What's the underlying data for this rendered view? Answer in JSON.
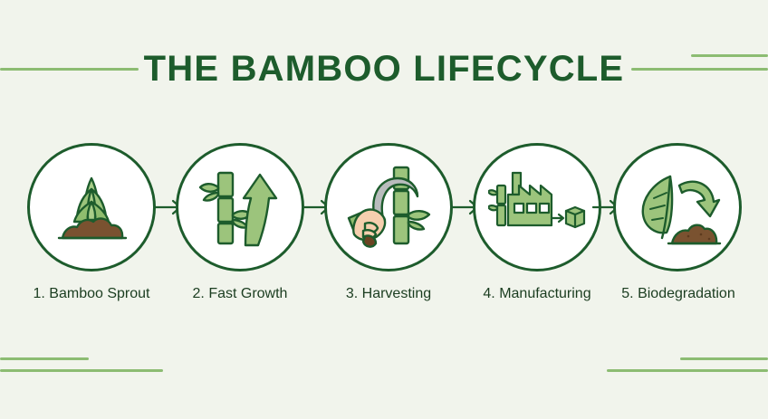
{
  "page": {
    "title": "THE BAMBOO LIFECYCLE",
    "background_color": "#f1f4ec",
    "accent_dark_green": "#1d5c2c",
    "accent_light_green": "#8cbc72",
    "leaf_green": "#9cc47c",
    "soil_brown": "#7a5230",
    "skin_tone": "#f6cfae",
    "blade_gray": "#b9bcbd"
  },
  "decor": {
    "top_left_line": "deco-line",
    "top_right_upper_line": "deco-line",
    "top_right_lower_line": "deco-line",
    "bottom_left_upper_line": "deco-line",
    "bottom_left_lower_line": "deco-line",
    "bottom_right_upper_line": "deco-line",
    "bottom_right_lower_line": "deco-line"
  },
  "steps": [
    {
      "number": "1",
      "label": "1. Bamboo Sprout",
      "icon": "bamboo-sprout-icon"
    },
    {
      "number": "2",
      "label": "2. Fast Growth",
      "icon": "bamboo-growth-arrow-icon"
    },
    {
      "number": "3",
      "label": "3. Harvesting",
      "icon": "hand-sickle-bamboo-icon"
    },
    {
      "number": "4",
      "label": "4. Manufacturing",
      "icon": "factory-box-icon"
    },
    {
      "number": "5",
      "label": "5. Biodegradation",
      "icon": "leaf-compost-arrow-icon"
    }
  ],
  "connectors": [
    {
      "name": "arrow-1-to-2",
      "glyph": "arrow-right-icon"
    },
    {
      "name": "arrow-2-to-3",
      "glyph": "arrow-right-icon"
    },
    {
      "name": "arrow-3-to-4",
      "glyph": "arrow-right-icon"
    },
    {
      "name": "arrow-4-to-5",
      "glyph": "arrow-right-icon"
    }
  ]
}
